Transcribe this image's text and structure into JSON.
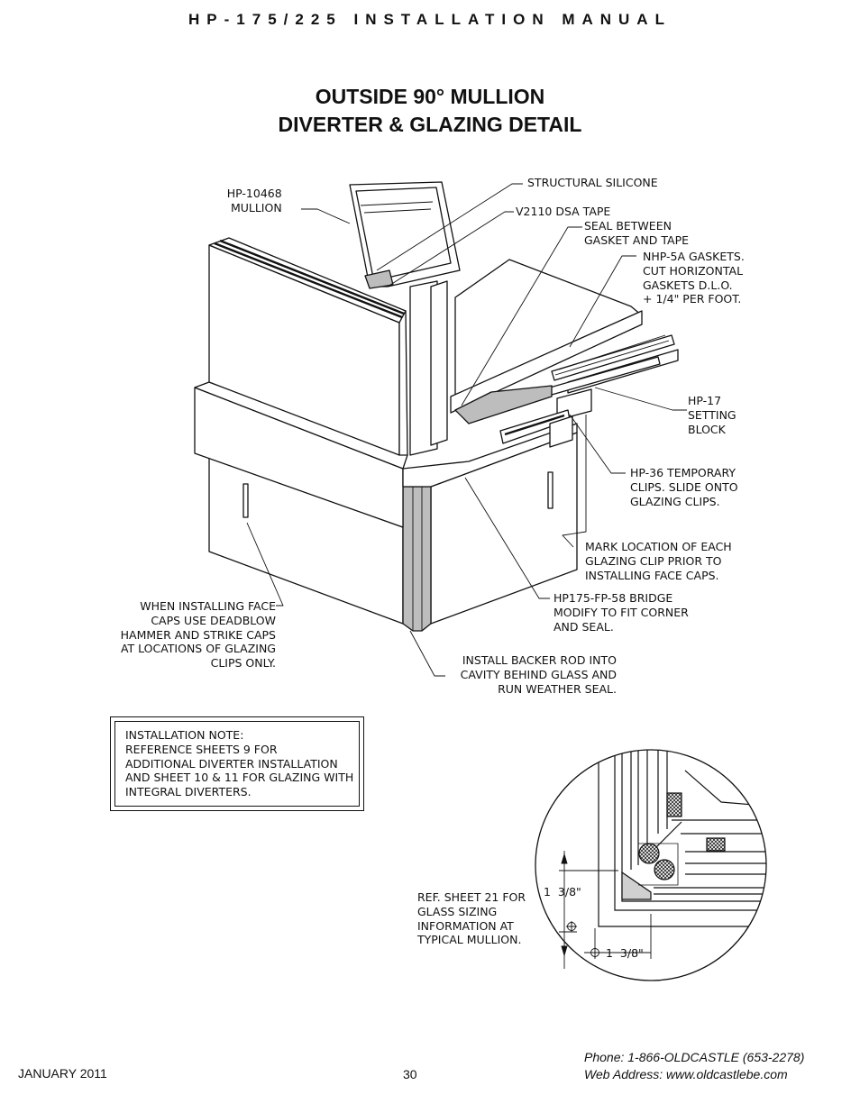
{
  "header": {
    "manual_title": "HP-175/225 INSTALLATION MANUAL"
  },
  "title": {
    "line1": "OUTSIDE 90° MULLION",
    "line2": "DIVERTER & GLAZING DETAIL"
  },
  "callouts": {
    "mullion": "HP-10468\n  MULLION",
    "structural_silicone": "STRUCTURAL SILICONE",
    "dsa_tape": "V2110 DSA TAPE",
    "seal_between": "SEAL BETWEEN\nGASKET AND TAPE",
    "gaskets": "NHP-5A GASKETS.\nCUT HORIZONTAL\nGASKETS D.L.O.\n+ 1/4\" PER FOOT.",
    "setting_block": "HP-17\nSETTING\nBLOCK",
    "temporary_clips": "HP-36 TEMPORARY\nCLIPS. SLIDE ONTO\nGLAZING CLIPS.",
    "mark_location": "MARK LOCATION OF EACH\nGLAZING CLIP PRIOR TO\nINSTALLING FACE CAPS.",
    "bridge": "HP175-FP-58 BRIDGE\nMODIFY TO FIT CORNER\nAND SEAL.",
    "face_caps": "WHEN INSTALLING FACE\nCAPS USE DEADBLOW\nHAMMER AND STRIKE CAPS\nAT LOCATIONS OF GLAZING\nCLIPS ONLY.",
    "backer_rod": "INSTALL BACKER ROD INTO\nCAVITY BEHIND GLASS AND\nRUN WEATHER SEAL.",
    "ref_sheet": "REF. SHEET 21 FOR\nGLASS SIZING\nINFORMATION AT\nTYPICAL MULLION."
  },
  "installation_note": "INSTALLATION NOTE:\nREFERENCE SHEETS 9 FOR\nADDITIONAL DIVERTER INSTALLATION\nAND SHEET 10 & 11 FOR GLAZING WITH\nINTEGRAL DIVERTERS.",
  "dimensions": {
    "vertical": "1  3/8\"",
    "horizontal": "1  3/8\""
  },
  "footer": {
    "date": "JANUARY 2011",
    "page_number": "30",
    "phone": "Phone: 1-866-OLDCASTLE (653-2278)",
    "web": "Web Address: www.oldcastlebe.com"
  }
}
